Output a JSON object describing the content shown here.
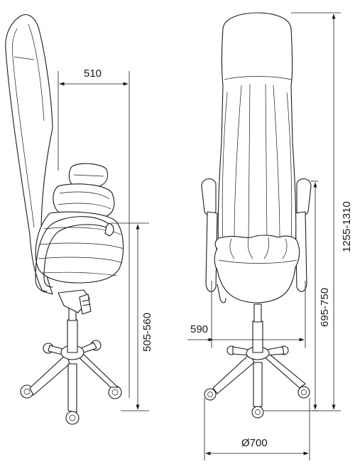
{
  "dimensions": {
    "seat_depth": "510",
    "seat_height": "505-560",
    "seat_width": "590",
    "armrest_height": "695-750",
    "total_height": "1255-1310",
    "base_diameter": "Ø700"
  },
  "views": [
    "side-view",
    "front-view"
  ]
}
